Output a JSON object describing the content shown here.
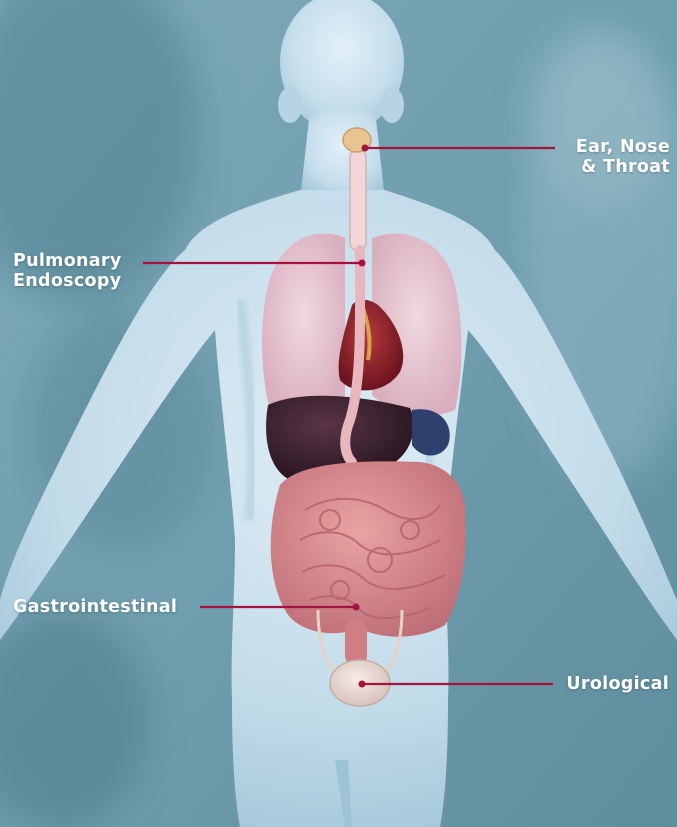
{
  "labels": {
    "ent": {
      "line1": "Ear, Nose",
      "line2": "& Throat"
    },
    "pulmonary": {
      "line1": "Pulmonary",
      "line2": "Endoscopy"
    },
    "gastro": {
      "text": "Gastrointestinal"
    },
    "uro": {
      "text": "Urological"
    }
  },
  "colors": {
    "background": "#6f9eae",
    "body": "#c9e0ee",
    "connector": "#a4123f",
    "label_text": "#ffffff",
    "lungs": "#e9c3cf",
    "heart": "#8c1e28",
    "liver": "#3a2230",
    "intestine": "#d6868a"
  }
}
